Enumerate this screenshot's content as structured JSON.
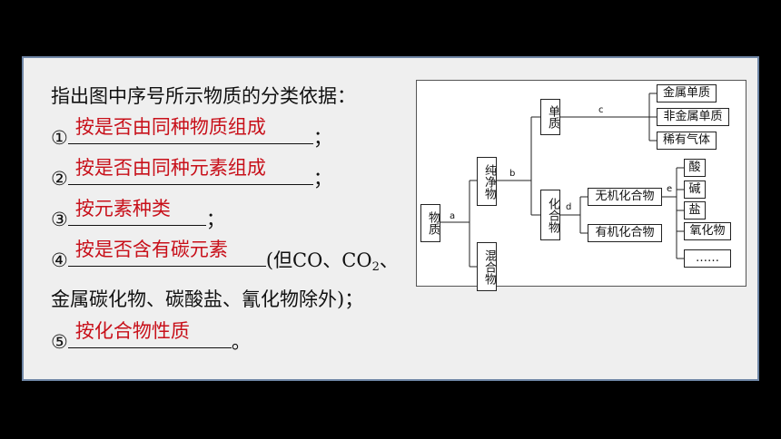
{
  "question": {
    "prompt": "指出图中序号所示物质的分类依据：",
    "items": [
      {
        "num": "①",
        "answer": "按是否由同种物质组成",
        "suffix": "；"
      },
      {
        "num": "②",
        "answer": "按是否由同种元素组成",
        "suffix": "；"
      },
      {
        "num": "③",
        "answer": "按元素种类",
        "suffix": "；"
      },
      {
        "num": "④",
        "answer": "按是否含有碳元素",
        "suffix_a": "(但CO、CO",
        "suffix_sub": "2",
        "suffix_b": "、",
        "continuation": "金属碳化物、碳酸盐、氰化物除外)；"
      },
      {
        "num": "⑤",
        "answer": "按化合物性质",
        "suffix": "。"
      }
    ]
  },
  "diagram": {
    "root": "物质",
    "pure": "纯净物",
    "mixture": "混合物",
    "element": "单质",
    "compound": "化合物",
    "metal": "金属单质",
    "nonmetal": "非金属单质",
    "noble": "稀有气体",
    "inorganic": "无机化合物",
    "organic": "有机化合物",
    "acid": "酸",
    "base": "碱",
    "salt": "盐",
    "oxide": "氧化物",
    "more": "……",
    "labels": {
      "a": "a",
      "b": "b",
      "c": "c",
      "d": "d",
      "e": "e"
    }
  }
}
